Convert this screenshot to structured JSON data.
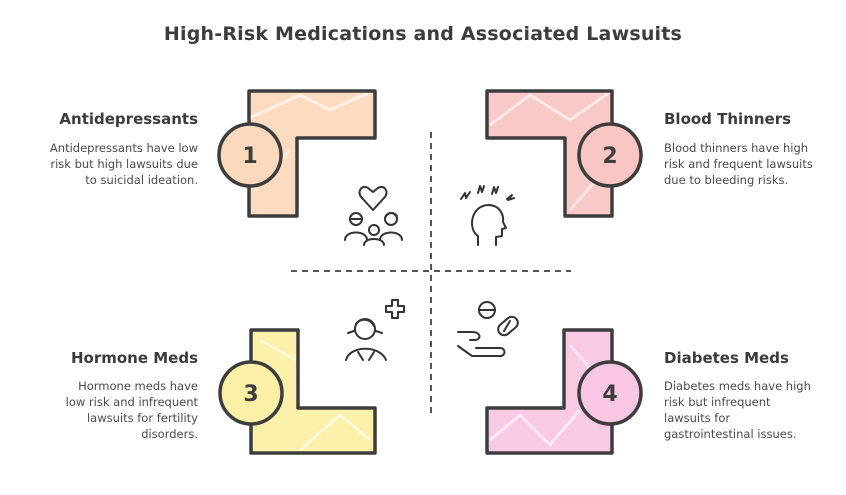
{
  "title": "High-Risk Medications and Associated Lawsuits",
  "colors": {
    "outline": "#3d3d3d",
    "axis": "#555555",
    "q1_fill": "#fcd9bd",
    "q2_fill": "#f9c6c4",
    "q3_fill": "#fbf0a6",
    "q4_fill": "#f9c7e3"
  },
  "quadrants": [
    {
      "number": "1",
      "heading": "Antidepressants",
      "description": "Antidepressants have low risk but high lawsuits due to suicidal ideation.",
      "icon": "family-heart-icon",
      "position": "top-left"
    },
    {
      "number": "2",
      "heading": "Blood Thinners",
      "description": "Blood thinners have high risk and frequent lawsuits due to bleeding risks.",
      "icon": "head-pain-icon",
      "position": "top-right"
    },
    {
      "number": "3",
      "heading": "Hormone Meds",
      "description": "Hormone meds have low risk and infrequent lawsuits for fertility disorders.",
      "icon": "woman-medical-cross-icon",
      "position": "bottom-left"
    },
    {
      "number": "4",
      "heading": "Diabetes Meds",
      "description": "Diabetes meds have high risk but infrequent lawsuits for gastrointestinal issues.",
      "icon": "hand-pills-icon",
      "position": "bottom-right"
    }
  ]
}
